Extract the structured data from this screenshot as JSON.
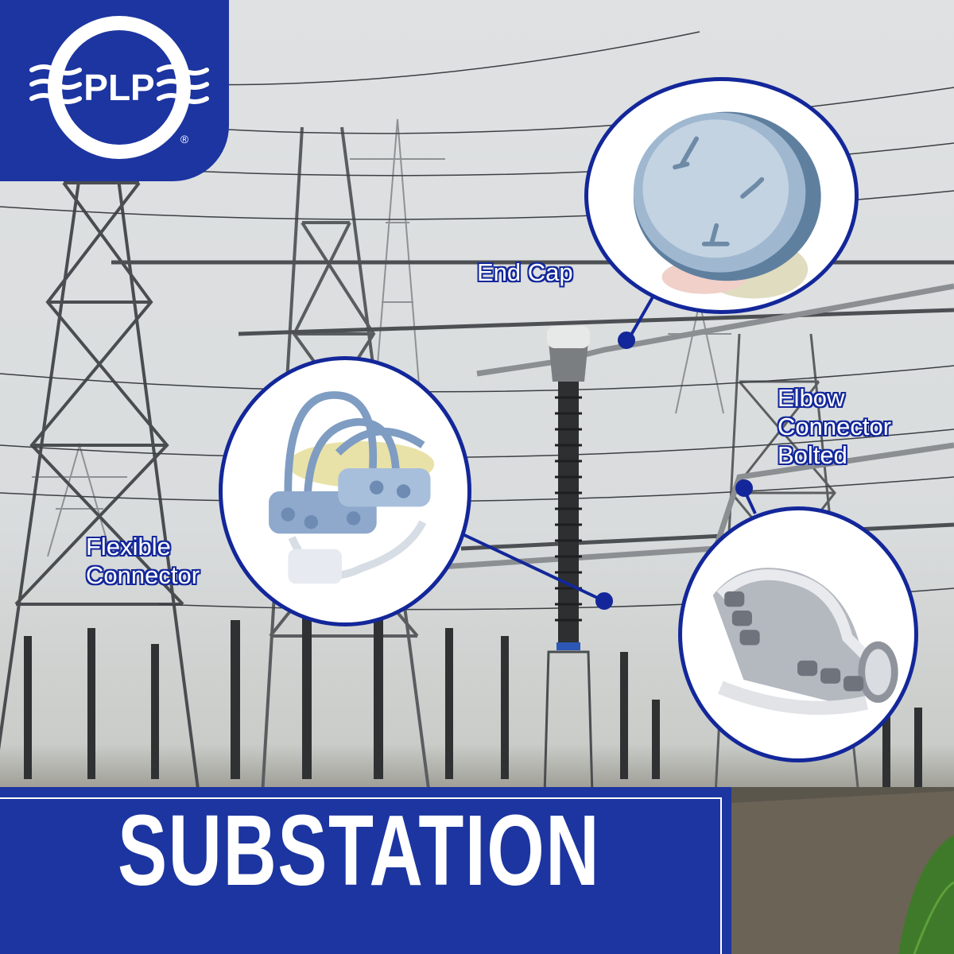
{
  "brand": {
    "logo_text": "PLP",
    "registered_mark": "®",
    "color_primary": "#1c35a0",
    "color_callout_border": "#13279a"
  },
  "background": {
    "subject": "substation-photo"
  },
  "products": [
    {
      "label": "End Cap",
      "icon": "end-cap-icon"
    },
    {
      "label": "Flexible\nConnector",
      "icon": "flexible-connector-icon"
    },
    {
      "label": "Elbow\nConnector\nBolted",
      "icon": "elbow-connector-icon"
    }
  ],
  "banner": {
    "title": "SUBSTATION"
  }
}
